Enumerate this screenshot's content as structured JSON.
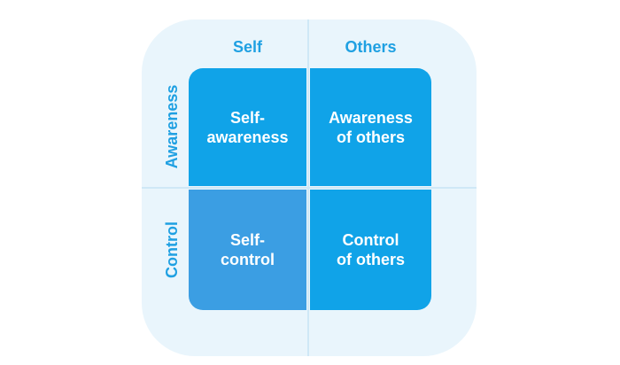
{
  "columns": {
    "self": "Self",
    "others": "Others"
  },
  "rows": {
    "awareness": "Awareness",
    "control": "Control"
  },
  "cells": {
    "self_awareness": [
      "Self-",
      "awareness"
    ],
    "awareness_of_others": [
      "Awareness",
      "of others"
    ],
    "self_control": [
      "Self-",
      "control"
    ],
    "control_of_others": [
      "Control",
      "of others"
    ]
  },
  "colors": {
    "panel_background": "#e9f5fc",
    "header_text": "#1fa0e2",
    "cell_primary": "#10a3e8",
    "cell_highlight": "#3b9ee3",
    "cell_text": "#ffffff"
  }
}
